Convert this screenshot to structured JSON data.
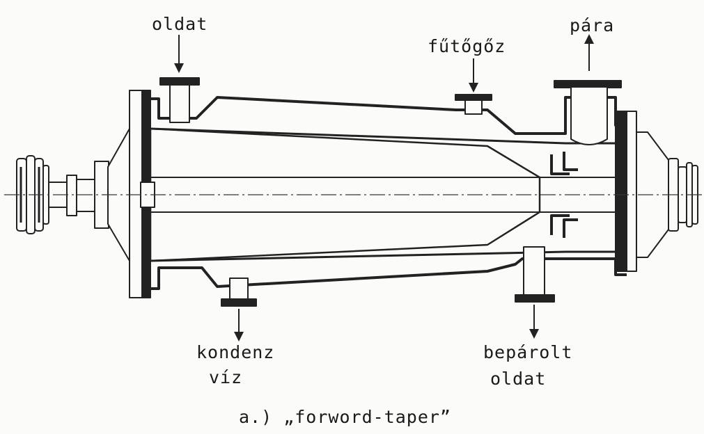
{
  "labels": {
    "solution_in": "oldat",
    "heating_steam": "fűtőgőz",
    "vapor_out": "pára",
    "condensate_line1": "kondenz",
    "condensate_line2": "víz",
    "concentrate_line1": "bepárolt",
    "concentrate_line2": "oldat"
  },
  "caption": "a.) „forword-taper”"
}
